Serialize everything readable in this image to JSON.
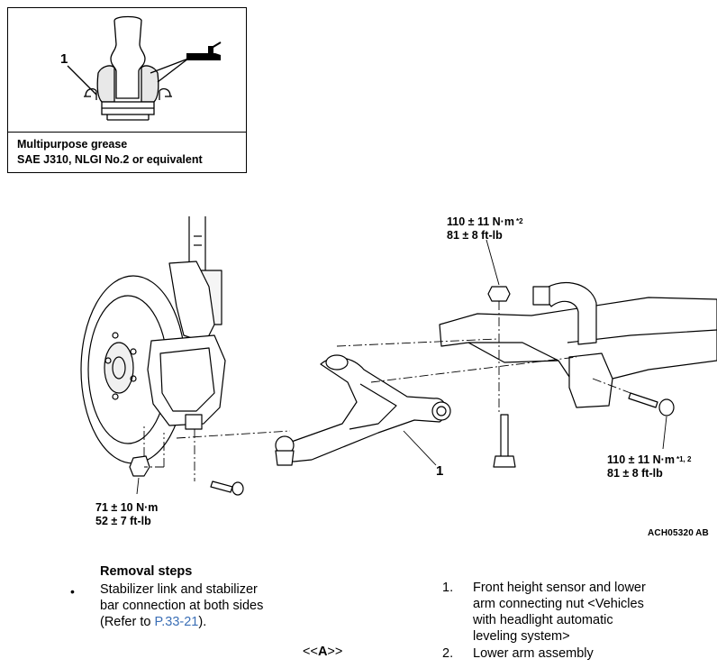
{
  "inset": {
    "part_number": "1",
    "caption_line1": "Multipurpose grease",
    "caption_line2": "SAE J310, NLGI No.2 or equivalent"
  },
  "torque": {
    "top": {
      "line1": "110 ± 11 N·m",
      "sup": "*2",
      "line2": "81 ± 8 ft-lb"
    },
    "right": {
      "line1": "110 ± 11 N·m",
      "sup": "*1, 2",
      "line2": "81 ± 8 ft-lb"
    },
    "left": {
      "line1": "71 ± 10 N·m",
      "line2": "52 ± 7 ft-lb"
    }
  },
  "diagram": {
    "part_number": "1",
    "figure_code": "ACH05320",
    "figure_suffix": "AB"
  },
  "removal": {
    "title": "Removal steps",
    "bullet_symbol": "•",
    "bullet_text_line1": "Stabilizer link and stabilizer",
    "bullet_text_line2": "bar connection at both sides",
    "bullet_text_line3_prefix": "(Refer to ",
    "bullet_text_link": "P.33-21",
    "bullet_text_line3_suffix": ").",
    "marker_prefix": "<<",
    "marker_letter": "A",
    "marker_suffix": ">>",
    "step1_num": "1.",
    "step1_line1": "Front height sensor and lower",
    "step1_line2": "arm connecting nut <Vehicles",
    "step1_line3": "with headlight automatic",
    "step1_line4": "leveling system>",
    "step2_num": "2.",
    "step2_text": "Lower arm assembly"
  }
}
